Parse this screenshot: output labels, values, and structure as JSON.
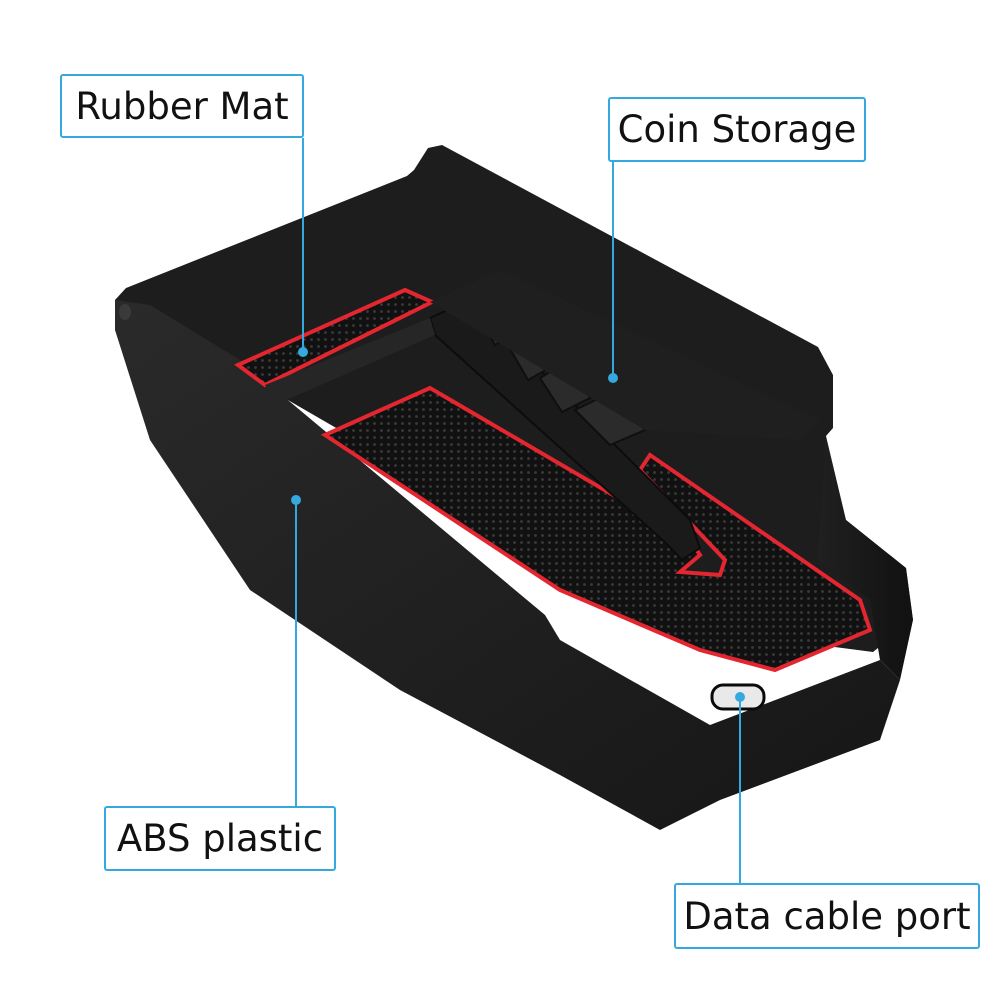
{
  "callouts": {
    "rubber_mat": "Rubber Mat",
    "coin_storage": "Coin Storage",
    "abs_plastic": "ABS plastic",
    "data_cable_port": "Data cable port"
  },
  "colors": {
    "callout_border": "#35a8e0",
    "leader_line": "#35a8e0",
    "tray_body": "#1b1b1b",
    "mat_trim": "#e3262f",
    "background": "#ffffff"
  }
}
